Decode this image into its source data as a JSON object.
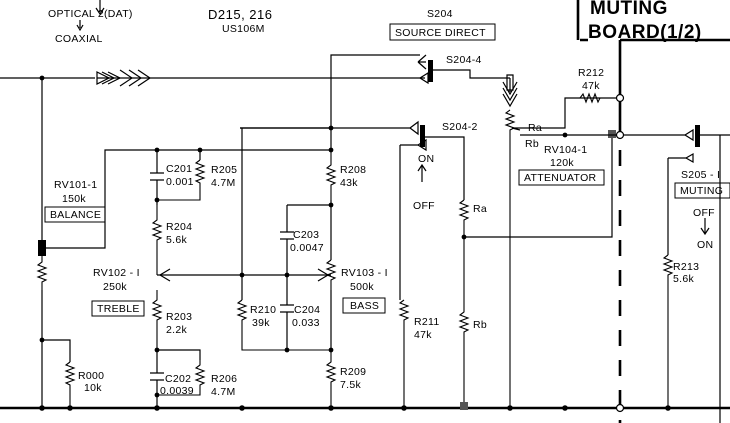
{
  "labels": {
    "optical": "OPTICAL 2(DAT)",
    "coaxial": "COAXIAL",
    "diode": "D215, 216",
    "diode_type": "US106M",
    "s204_title": "S204",
    "s204_box": "SOURCE DIRECT",
    "s204_4": "S204-4",
    "s204_2": "S204-2",
    "muting_board_1": "MUTING",
    "muting_board_2": "BOARD(1/2)",
    "rv101_1": "RV101-1",
    "rv101_2": "150k",
    "balance": "BALANCE",
    "c201_1": "C201",
    "c201_2": "0.001",
    "r205_1": "R205",
    "r205_2": "4.7M",
    "r208_1": "R208",
    "r208_2": "43k",
    "r204_1": "R204",
    "r204_2": "5.6k",
    "c203_1": "C203",
    "c203_2": "0.0047",
    "rv102_1": "RV102 - I",
    "rv102_2": "250k",
    "treble": "TREBLE",
    "rv103_1": "RV103 - I",
    "rv103_2": "500k",
    "bass": "BASS",
    "r203_1": "R203",
    "r203_2": "2.2k",
    "r210_1": "R210",
    "r210_2": "39k",
    "c204_1": "C204",
    "c204_2": "0.033",
    "c202_1": "C202",
    "c202_2": "0.0039",
    "r206_1": "R206",
    "r206_2": "4.7M",
    "r209_1": "R209",
    "r209_2": "7.5k",
    "r000_1": "R000",
    "r000_2": "10k",
    "r211_1": "R211",
    "r211_2": "47k",
    "on": "ON",
    "off": "OFF",
    "ra": "Ra",
    "rb": "Rb",
    "ra2": "Ra",
    "rb2": "Rb",
    "rv104_1": "RV104-1",
    "rv104_2": "120k",
    "attenuator": "ATTENUATOR",
    "r212_1": "R212",
    "r212_2": "47k",
    "s205": "S205 - I",
    "muting": "MUTING",
    "off2": "OFF",
    "on2": "ON",
    "r213_1": "R213",
    "r213_2": "5.6k"
  }
}
